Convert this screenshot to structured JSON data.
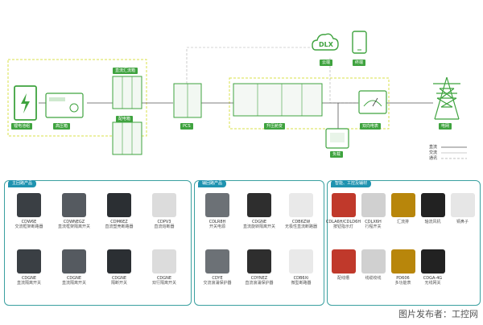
{
  "cloud": {
    "label": "DLX"
  },
  "nodes": {
    "cloud_caption": "云端",
    "mobile_caption": "终端",
    "battery": "锂电池组",
    "hv_box": "高压箱",
    "dc_combiner": "直流汇流箱",
    "dist_box": "配电箱",
    "pcs": "PCS",
    "step_up": "升压舱变",
    "meter": "双向电表",
    "load": "负载",
    "grid": "电网"
  },
  "legend": {
    "dc": "直流",
    "ac": "交流",
    "comm": "通讯"
  },
  "panels": {
    "main": {
      "title": "主回路产品",
      "items": [
        {
          "name": "CDW6E",
          "desc": "交流框架断路器"
        },
        {
          "name": "CDWNEGZ",
          "desc": "直流框架隔离开关"
        },
        {
          "name": "CDM6EZ",
          "desc": "直流塑壳断路器"
        },
        {
          "name": "CDPV3",
          "desc": "直流熔断器"
        },
        {
          "name": "CDGNE",
          "desc": "直流隔离开关"
        },
        {
          "name": "CDGNE",
          "desc": "直流隔离开关"
        },
        {
          "name": "CDGNE",
          "desc": "隔断开关"
        },
        {
          "name": "CDGNE",
          "desc": "双行隔离开关"
        }
      ]
    },
    "aux": {
      "title": "辅回路产品",
      "items": [
        {
          "name": "CDLR8H",
          "desc": "开关电源"
        },
        {
          "name": "CDGNE",
          "desc": "直流旋转隔离开关"
        },
        {
          "name": "CDB6ZW",
          "desc": "无极性直流断路器"
        },
        {
          "name": "CDYE",
          "desc": "交流浪涌保护器"
        },
        {
          "name": "CDYNEZ",
          "desc": "直流浪涌保护器"
        },
        {
          "name": "CDB6Xi",
          "desc": "微型断路器"
        }
      ]
    },
    "smart": {
      "title": "智能、工控及辅材",
      "items": [
        {
          "name": "CDLA6H/CDLD6H",
          "desc": "按钮指示灯"
        },
        {
          "name": "CDLX6H",
          "desc": "行程开关"
        },
        {
          "name": "",
          "desc": "汇流排"
        },
        {
          "name": "",
          "desc": "轴流风机"
        },
        {
          "name": "",
          "desc": "铜鼻子"
        },
        {
          "name": "",
          "desc": "配线槽"
        },
        {
          "name": "",
          "desc": "线缆绞线"
        },
        {
          "name": "PD606",
          "desc": "多功能表"
        },
        {
          "name": "CDGA-4G",
          "desc": "无线网关"
        }
      ]
    }
  },
  "watermark": "图片发布者：工控网",
  "colors": {
    "accent_green": "#3fa33f",
    "accent_blue": "#2e7bbf",
    "dash_yellow": "#d9e24a",
    "teal": "#1f93b0"
  }
}
